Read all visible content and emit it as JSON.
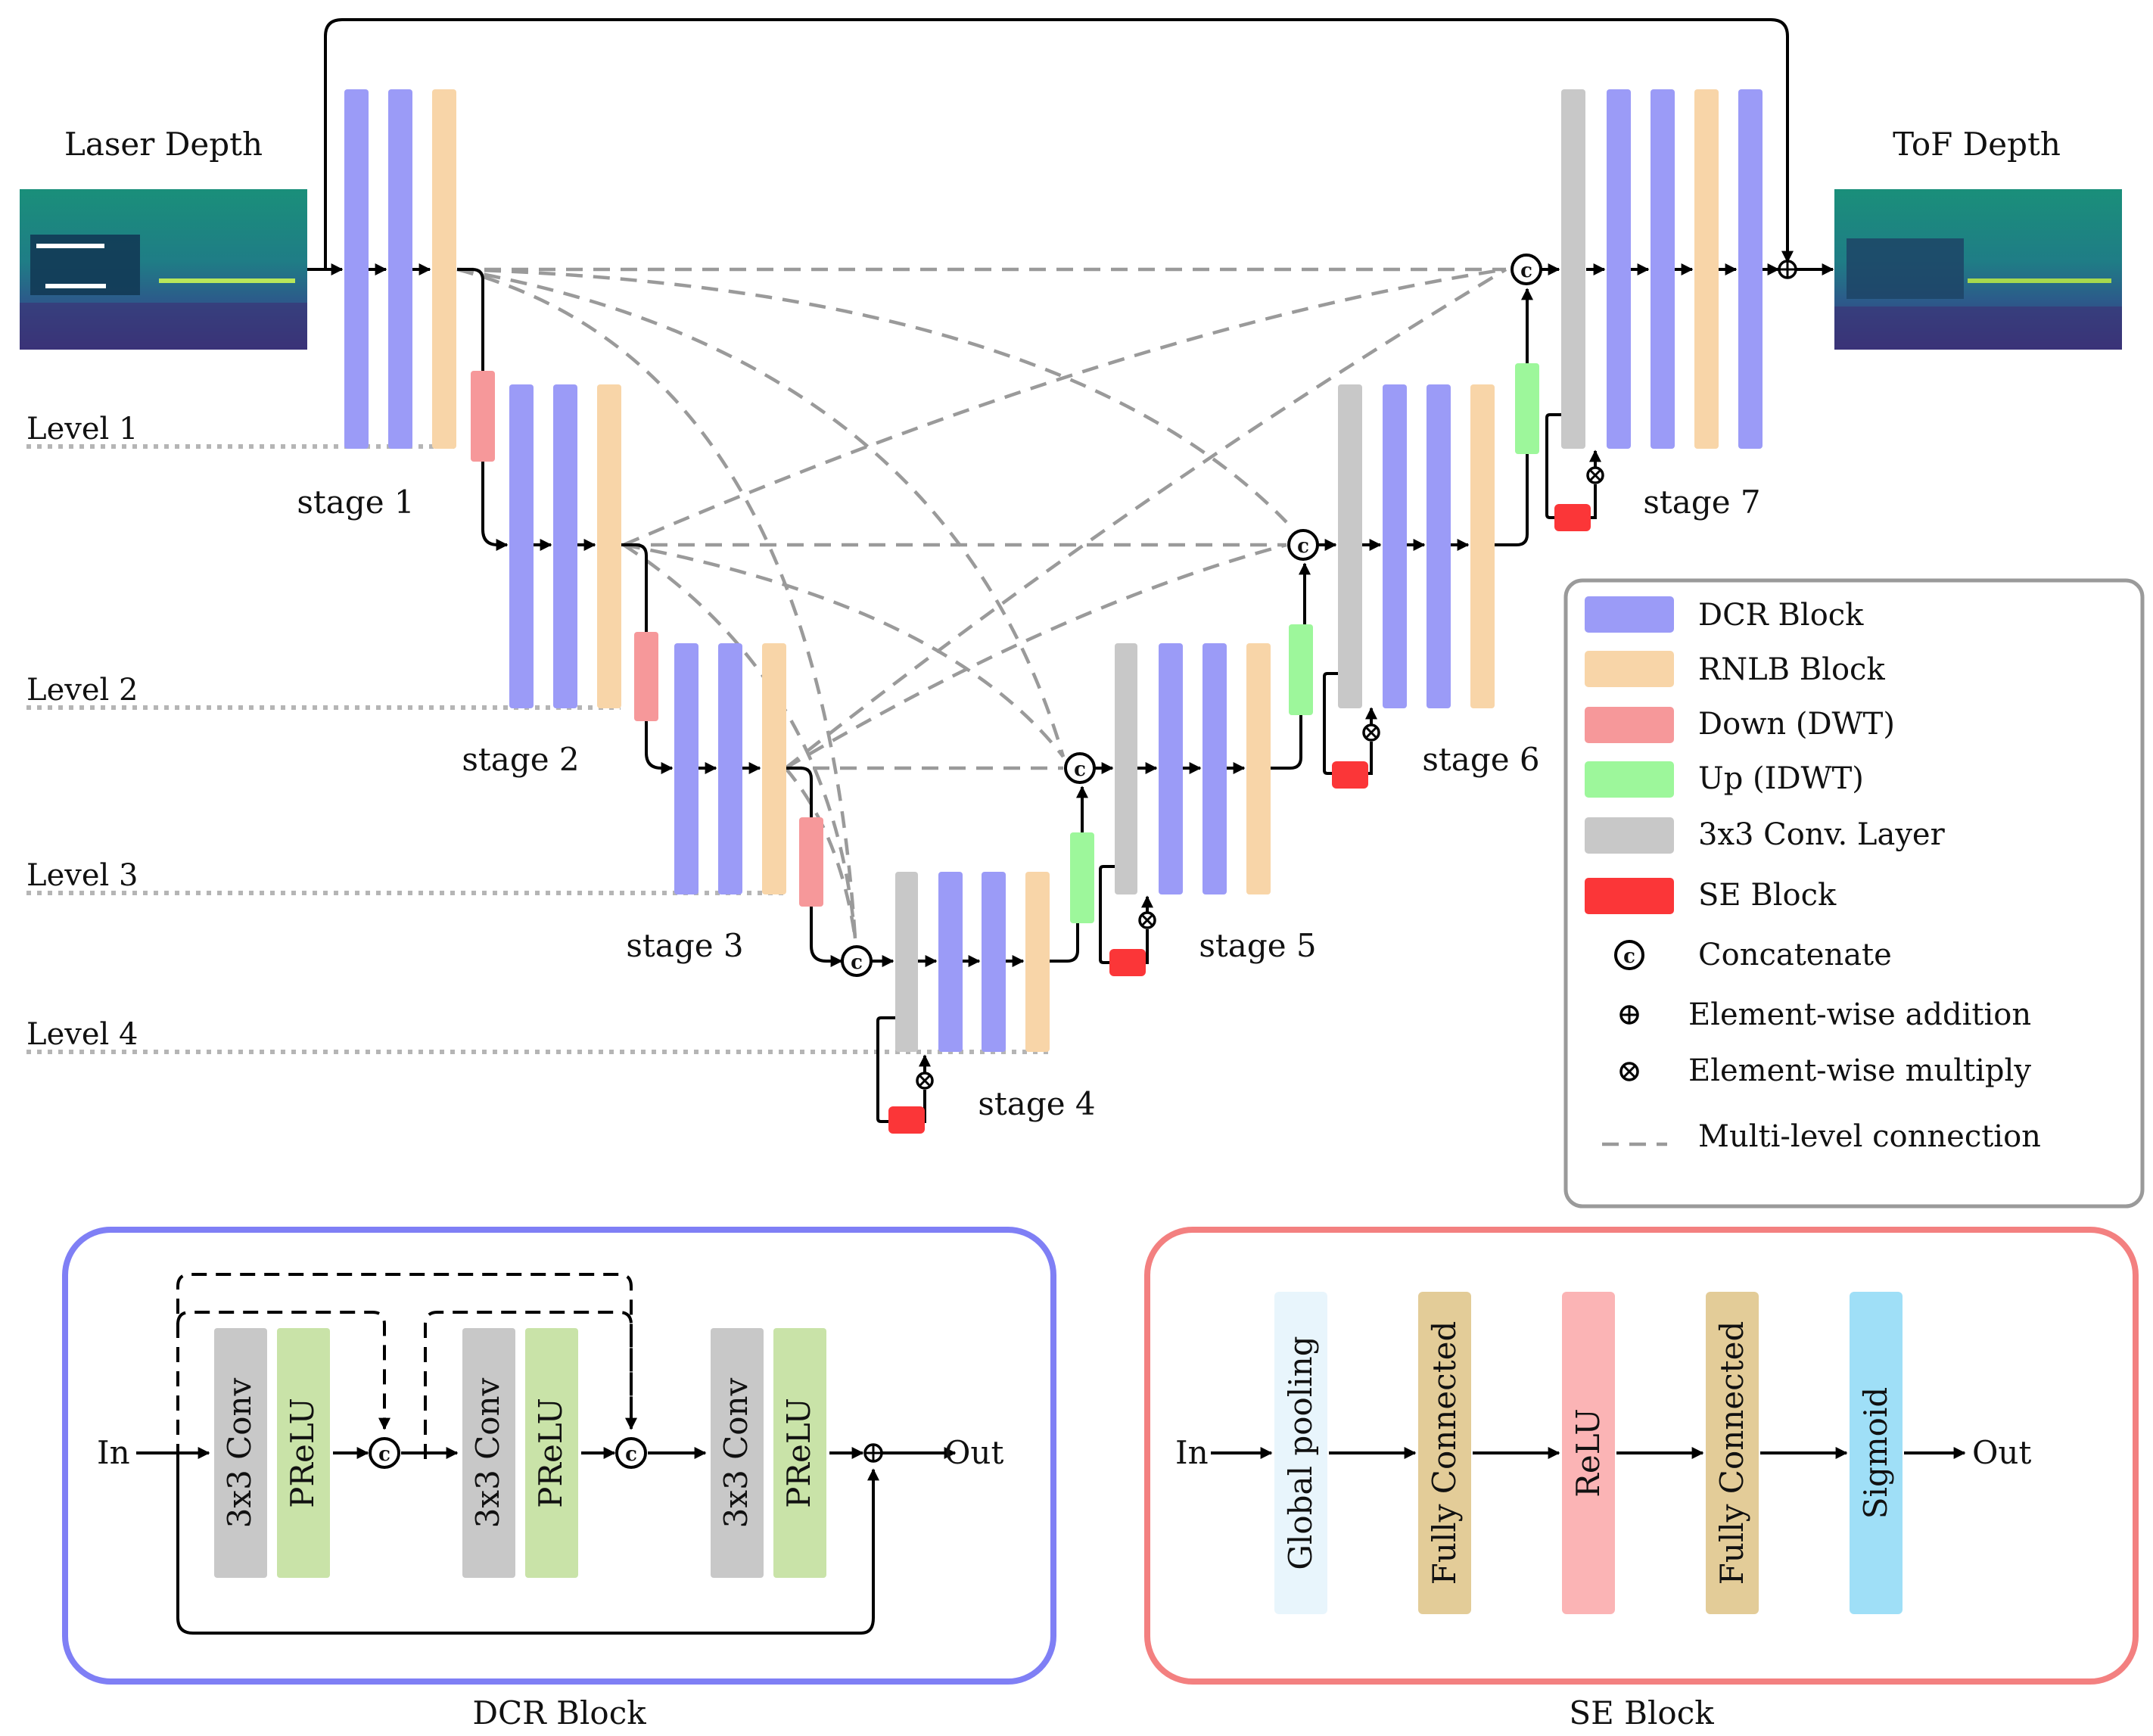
{
  "input_label": "Laser Depth",
  "output_label": "ToF Depth",
  "levels": [
    "Level 1",
    "Level 2",
    "Level 3",
    "Level 4"
  ],
  "stages": [
    "stage 1",
    "stage 2",
    "stage 3",
    "stage 4",
    "stage 5",
    "stage 6",
    "stage 7"
  ],
  "legend": {
    "items": [
      {
        "label": "DCR Block",
        "color": "#9b9bf7"
      },
      {
        "label": "RNLB Block",
        "color": "#f8d5a8"
      },
      {
        "label": "Down (DWT)",
        "color": "#f6989a"
      },
      {
        "label": "Up (IDWT)",
        "color": "#9df79b"
      },
      {
        "label": "3x3 Conv. Layer",
        "color": "#c8c8c8"
      },
      {
        "label": "SE Block",
        "color": "#fb3638"
      }
    ],
    "symbols": [
      {
        "label": "Concatenate",
        "glyph": "C"
      },
      {
        "label": "Element-wise addition",
        "glyph": "plus"
      },
      {
        "label": "Element-wise multiply",
        "glyph": "times"
      },
      {
        "label": "Multi-level connection",
        "glyph": "dash"
      }
    ]
  },
  "dcr_block": {
    "caption": "DCR Block",
    "in_label": "In",
    "out_label": "Out",
    "conv_label": "3x3 Conv",
    "act_label": "PReLU",
    "border_color": "#7f7ff5"
  },
  "se_block": {
    "caption": "SE Block",
    "in_label": "In",
    "out_label": "Out",
    "layers": [
      {
        "label": "Global pooling",
        "color": "#e8f5fc"
      },
      {
        "label": "Fully Connected",
        "color": "#e3cc98"
      },
      {
        "label": "ReLU",
        "color": "#fbb4b5"
      },
      {
        "label": "Fully Connected",
        "color": "#e3cc98"
      },
      {
        "label": "Sigmoid",
        "color": "#9fdff7"
      }
    ],
    "border_color": "#f38080"
  }
}
